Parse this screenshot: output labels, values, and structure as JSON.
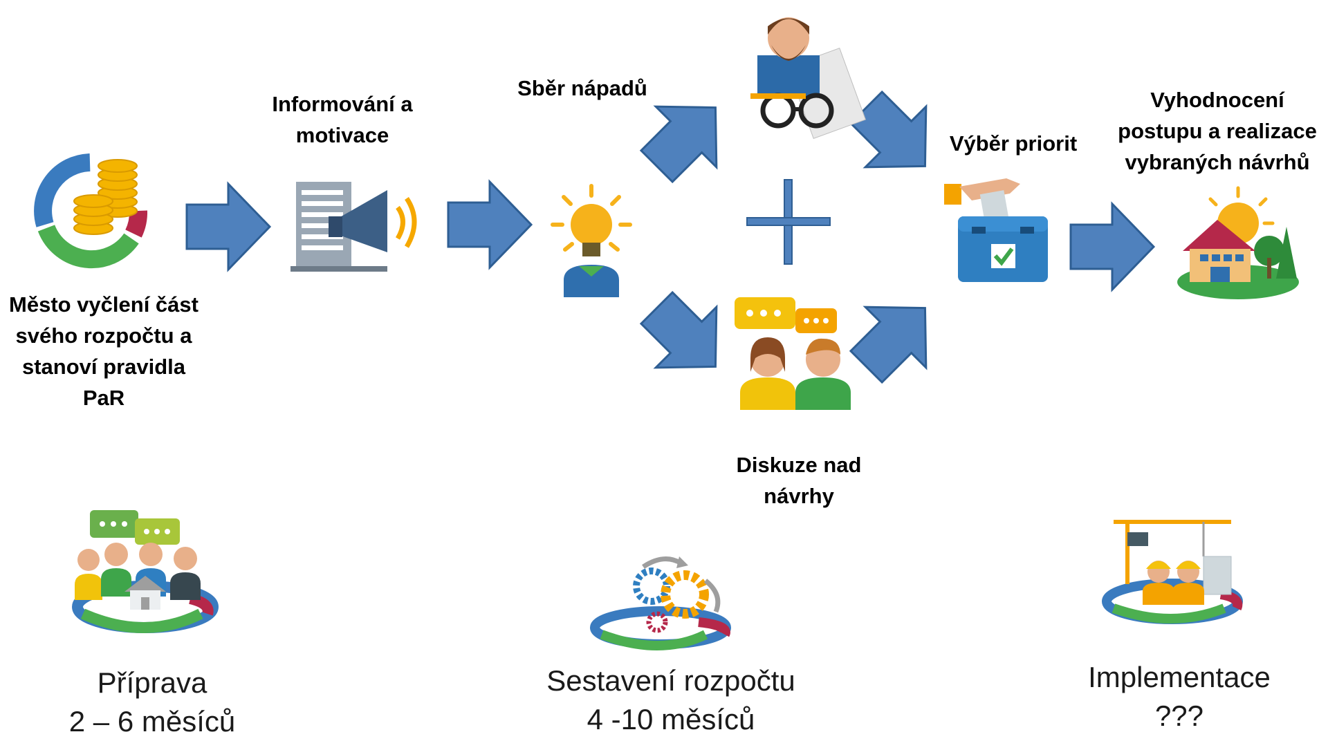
{
  "colors": {
    "arrow_fill": "#4f81bd",
    "arrow_stroke": "#2e5e93",
    "ring_blue": "#3a7bbf",
    "ring_green": "#4caf50",
    "ring_red": "#b5284a",
    "coin_gold": "#f4b400",
    "bulb_yellow": "#f6b21b"
  },
  "steps": {
    "city": {
      "lines": [
        "Město vyčlení část",
        "svého rozpočtu a",
        "stanoví pravidla",
        "PaR"
      ],
      "icon": "budget-coins-icon"
    },
    "inform": {
      "lines": [
        "Informování a",
        "motivace"
      ],
      "icon": "megaphone-building-icon"
    },
    "ideas": {
      "lines": [
        "Sběr nápadů"
      ],
      "icon": "lightbulb-person-icon"
    },
    "discuss": {
      "lines": [
        "Diskuze nad",
        "návrhy"
      ],
      "icon": "discussion-people-icon"
    },
    "priorities": {
      "lines": [
        "Výběr priorit"
      ],
      "icon": "ballot-box-icon"
    },
    "evaluation": {
      "lines": [
        "Vyhodnocení",
        "postupu a realizace",
        "vybraných návrhů"
      ],
      "icon": "house-sun-icon"
    }
  },
  "phases": [
    {
      "name": "Příprava",
      "duration": "2 – 6 měsíců",
      "icon": "community-meeting-icon"
    },
    {
      "name": "Sestavení rozpočtu",
      "duration": "4 -10 měsíců",
      "icon": "gears-cycle-icon"
    },
    {
      "name": "Implementace",
      "duration": "???",
      "icon": "construction-workers-icon"
    }
  ],
  "plus_icon": "plus-icon",
  "expert_icon": "expert-review-icon"
}
